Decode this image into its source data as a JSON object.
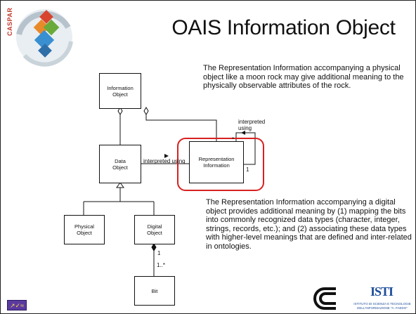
{
  "title": "OAIS Information Object",
  "logo": {
    "caspar_text": "CASPAR",
    "badge_text": "↗✓≈"
  },
  "diagram": {
    "information_object": [
      "Information",
      "Object"
    ],
    "data_object": [
      "Data",
      "Object"
    ],
    "representation_information": [
      "Representation",
      "Information"
    ],
    "physical_object": [
      "Physical",
      "Object"
    ],
    "digital_object": [
      "Digital",
      "Object"
    ],
    "bit": "Bit",
    "interpreted_using_edge": "interpreted using",
    "interpreted_using_self": [
      "interpreted",
      "using"
    ],
    "mult_star": "*",
    "mult_one_right": "1",
    "mult_one_digital": "1",
    "mult_one_to_many": "1..*"
  },
  "para_top": "The Representation Information accompanying a physical object like a moon rock may give additional meaning to the physically observable attributes of the rock.",
  "para_bottom": "The Representation Information accompanying a digital object provides additional meaning by (1) mapping the bits into commonly recognized data types (character, integer, strings, records, etc.); and (2) associating these data types with higher-level meanings that are defined and inter-related in ontologies.",
  "colors": {
    "highlight": "#d82020",
    "logo_red": "#d8452f",
    "logo_green": "#6aaa3a",
    "logo_blue": "#3a8fd0",
    "logo_orange": "#e88a2a"
  },
  "footer": {
    "isti_logo_text": "ISTI",
    "isti_caption": [
      "ISTITUTO DI SCIENZA E TECNOLOGIE",
      "DELL'INFORMAZIONE \"A. FAEDO\""
    ]
  }
}
